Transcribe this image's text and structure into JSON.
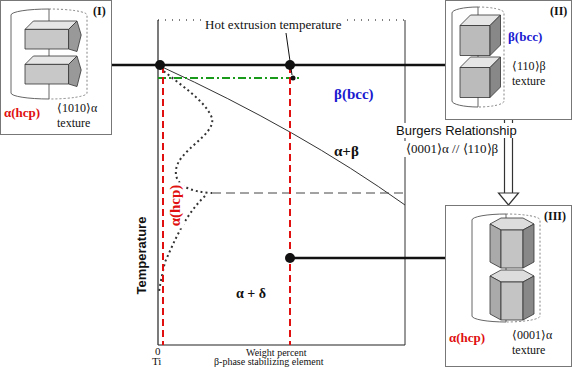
{
  "diagram": {
    "nodes": [
      {
        "text": [
          "(I)",
          "α(hcp)",
          "⟨1010⟩α texture"
        ]
      },
      {
        "text": [
          "(II)",
          "β(bcc)",
          "⟨110⟩β texture"
        ]
      },
      {
        "text": [
          "(III)",
          "α(hcp)",
          "⟨0001⟩α texture"
        ]
      }
    ],
    "edges": [
      {
        "from": 1,
        "to": 2,
        "arrow": "to"
      }
    ],
    "labels": [
      "Hot extrusion temperature",
      "β(bcc)",
      "α(hcp)",
      "α+β",
      "α + δ",
      "Temperature",
      "0",
      "Ti",
      "Weight percent",
      "β-phase stabilizing element",
      "Burgers Relationship",
      "⟨0001⟩α // ⟨110⟩β"
    ]
  }
}
